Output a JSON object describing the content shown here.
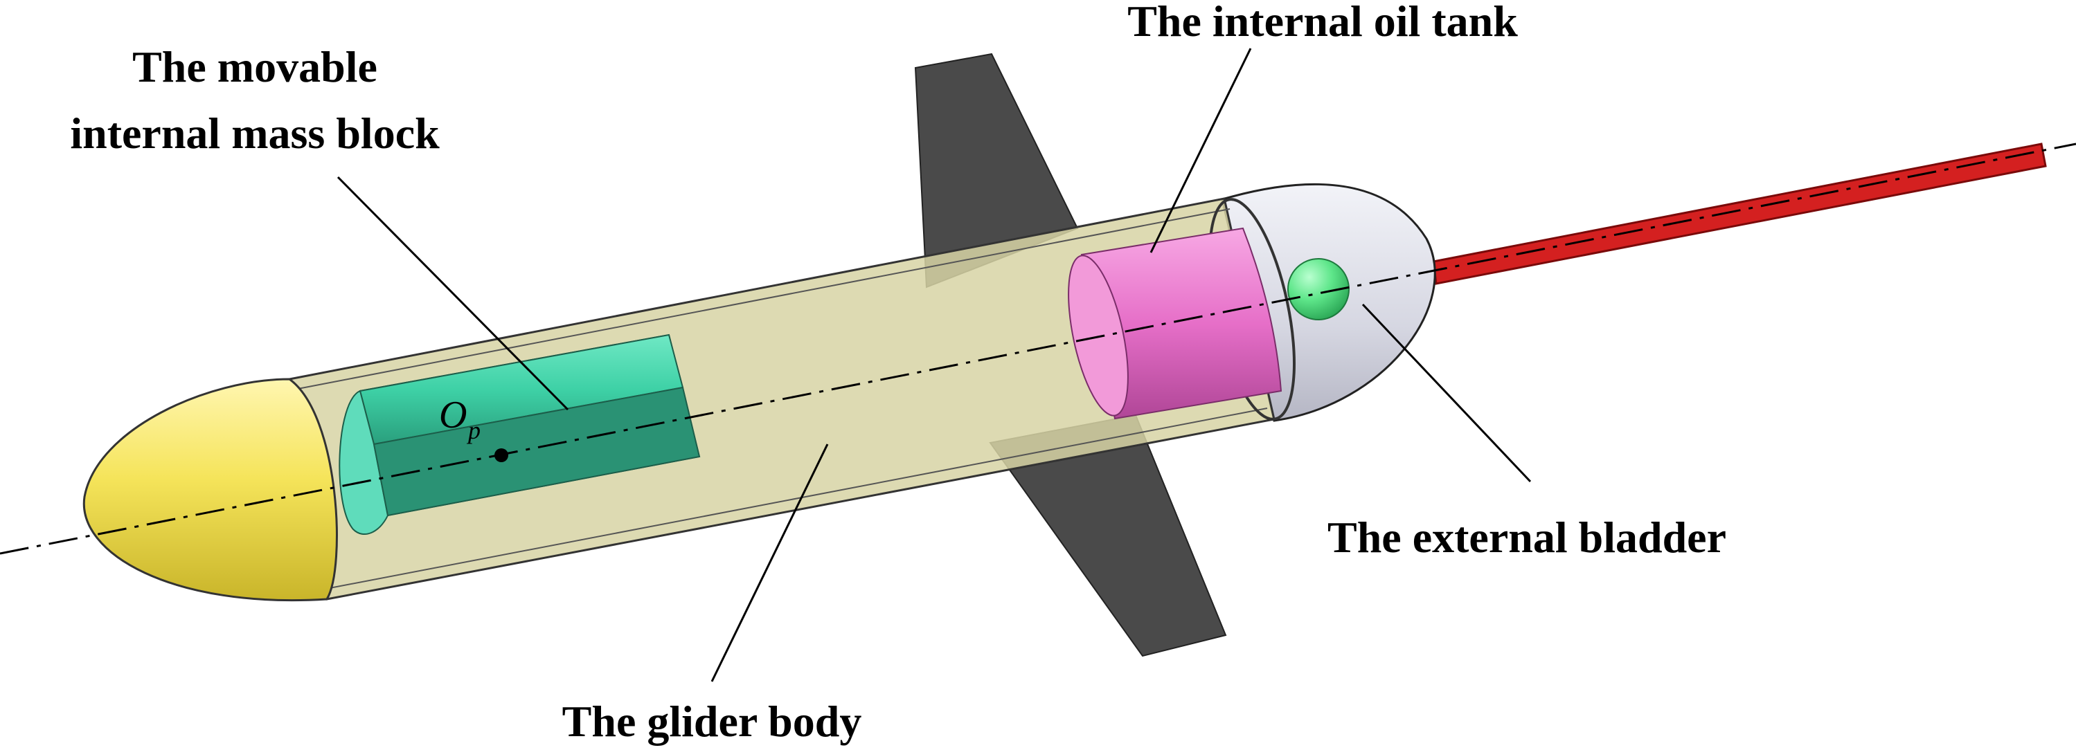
{
  "labels": {
    "mass_block_line1": "The movable",
    "mass_block_line2": "internal mass block",
    "oil_tank": "The internal oil tank",
    "external_bladder": "The external bladder",
    "glider_body": "The glider body",
    "origin_symbol": "O",
    "origin_subscript": "p"
  },
  "colors": {
    "nose": "#f2e35c",
    "body": "#d7d4a5",
    "mass_block": "#3ed1a6",
    "oil_tank": "#e66fc8",
    "bladder": "#5ee68a",
    "tail_cap": "#dcdde6",
    "antenna": "#d42020",
    "wing": "#4a4a4a"
  }
}
